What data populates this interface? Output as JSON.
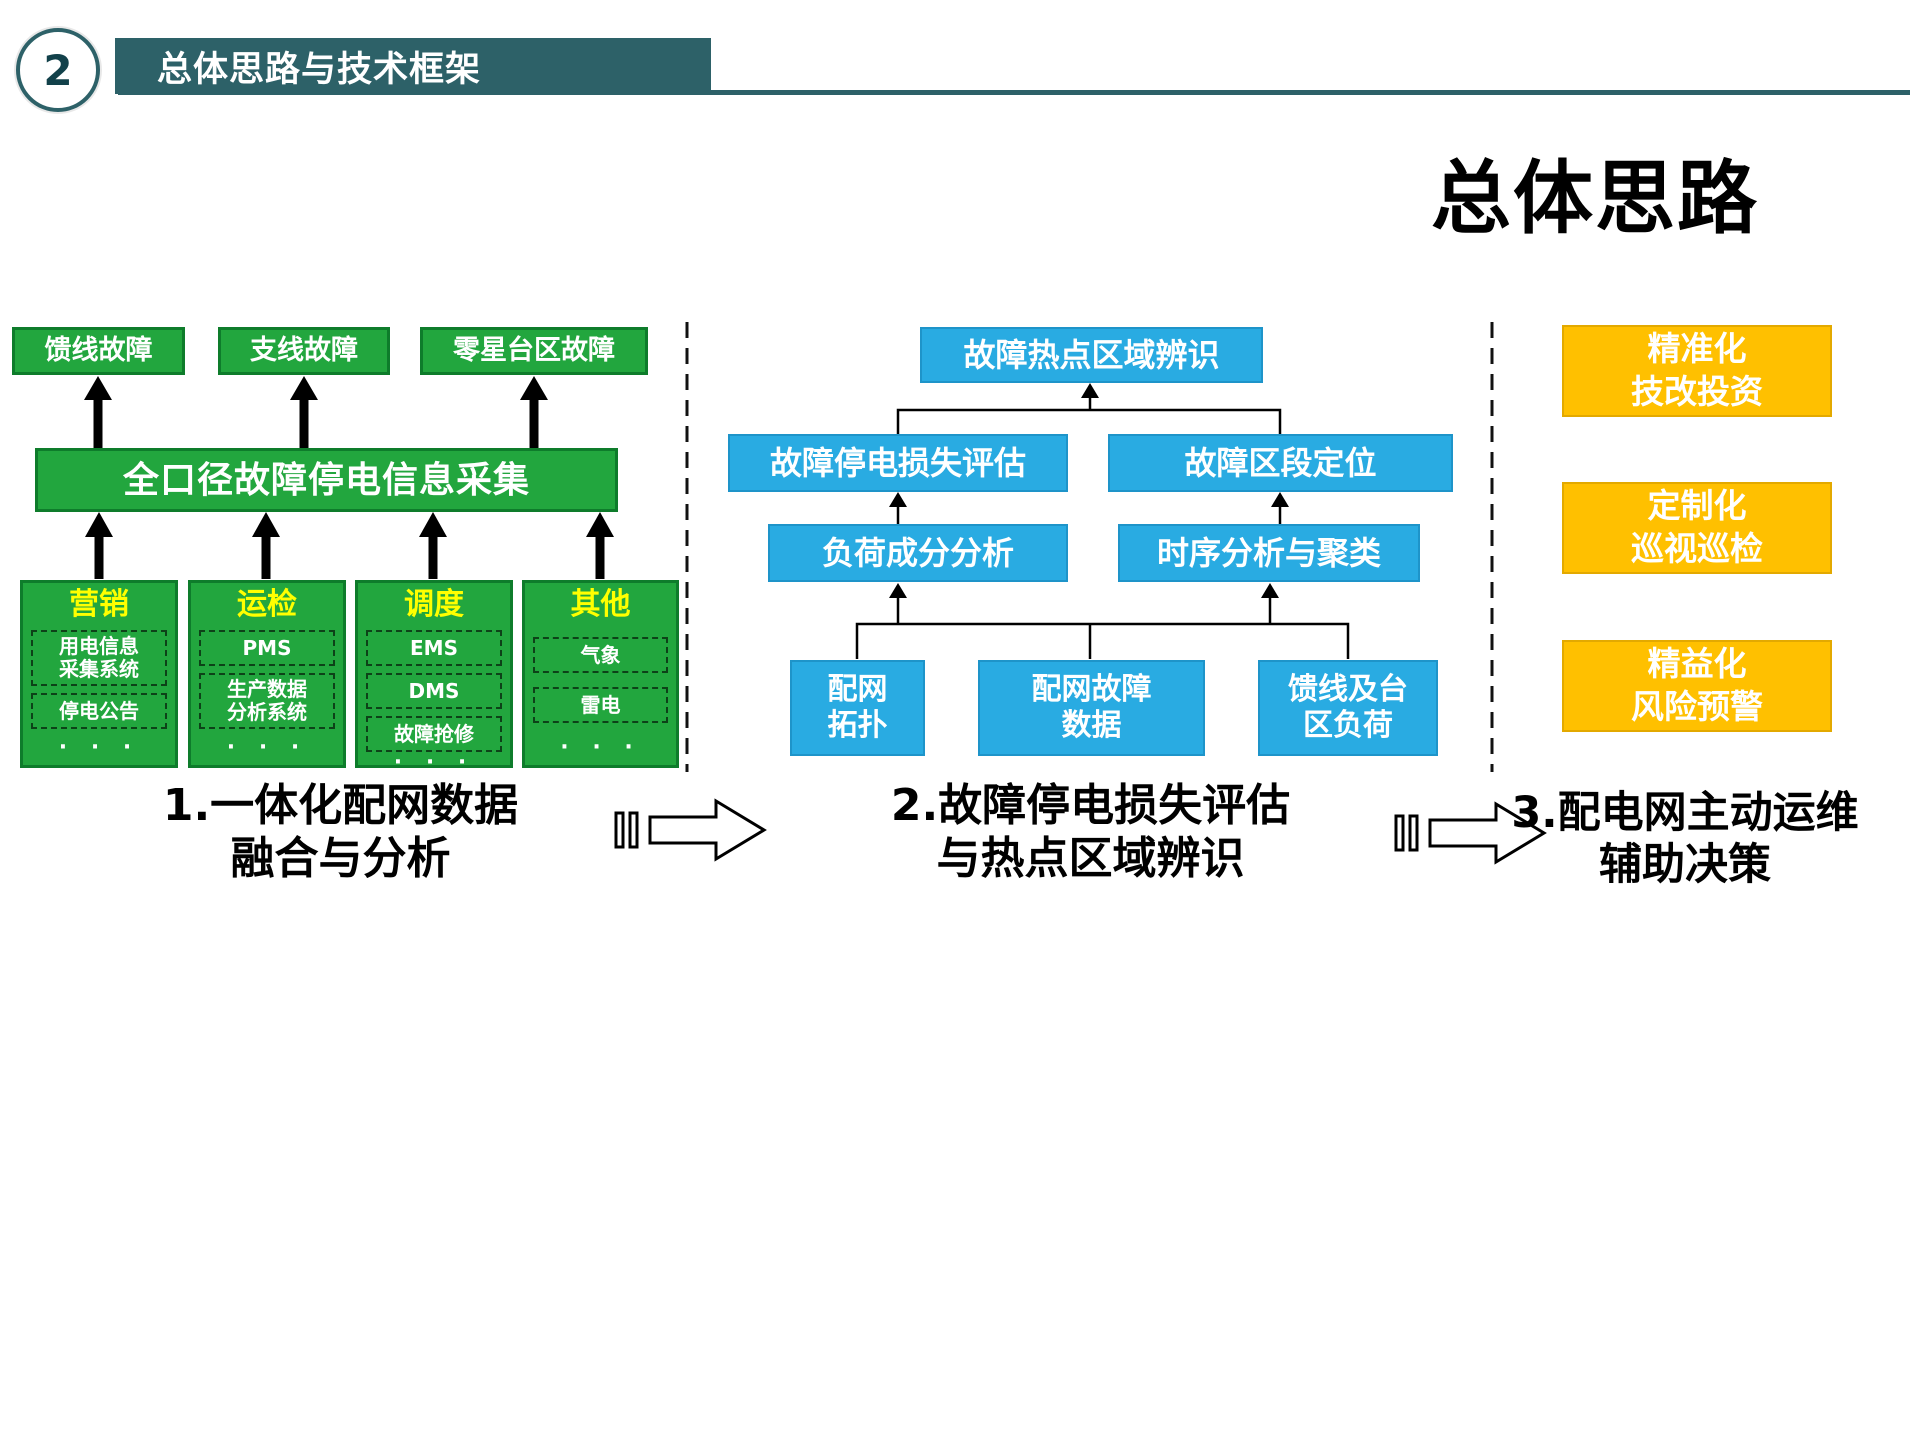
{
  "header": {
    "number": "2",
    "title": "总体思路与技术框架"
  },
  "slide_title": "总体思路",
  "col1": {
    "top_boxes": [
      "馈线故障",
      "支线故障",
      "零星台区故障"
    ],
    "collector": "全口径故障停电信息采集",
    "groups": [
      {
        "title": "营销",
        "items": [
          "用电信息\n采集系统",
          "停电公告"
        ],
        "more": "· · ·"
      },
      {
        "title": "运检",
        "items": [
          "PMS",
          "生产数据\n分析系统"
        ],
        "more": "· · ·"
      },
      {
        "title": "调度",
        "items": [
          "EMS",
          "DMS",
          "故障抢修"
        ],
        "more": "· · ·"
      },
      {
        "title": "其他",
        "items": [
          "气象",
          "雷电"
        ],
        "more": "· · ·"
      }
    ],
    "caption": "1.一体化配网数据\n融合与分析"
  },
  "col2": {
    "top": "故障热点区域辨识",
    "mid_left": "故障停电损失评估",
    "mid_right": "故障区段定位",
    "low_left": "负荷成分分析",
    "low_right": "时序分析与聚类",
    "base": [
      "配网\n拓扑",
      "配网故障\n数据",
      "馈线及台\n区负荷"
    ],
    "caption": "2.故障停电损失评估\n与热点区域辨识"
  },
  "col3": {
    "boxes": [
      "精准化\n技改投资",
      "定制化\n巡视巡检",
      "精益化\n风险预警"
    ],
    "caption": "3.配电网主动运维\n辅助决策"
  },
  "colors": {
    "teal": "#2D6168",
    "green": "#22A63E",
    "green_border": "#0E7C2B",
    "blue": "#29ABE2",
    "yellow": "#FFC000",
    "group_title_yellow": "#FFFF00"
  }
}
